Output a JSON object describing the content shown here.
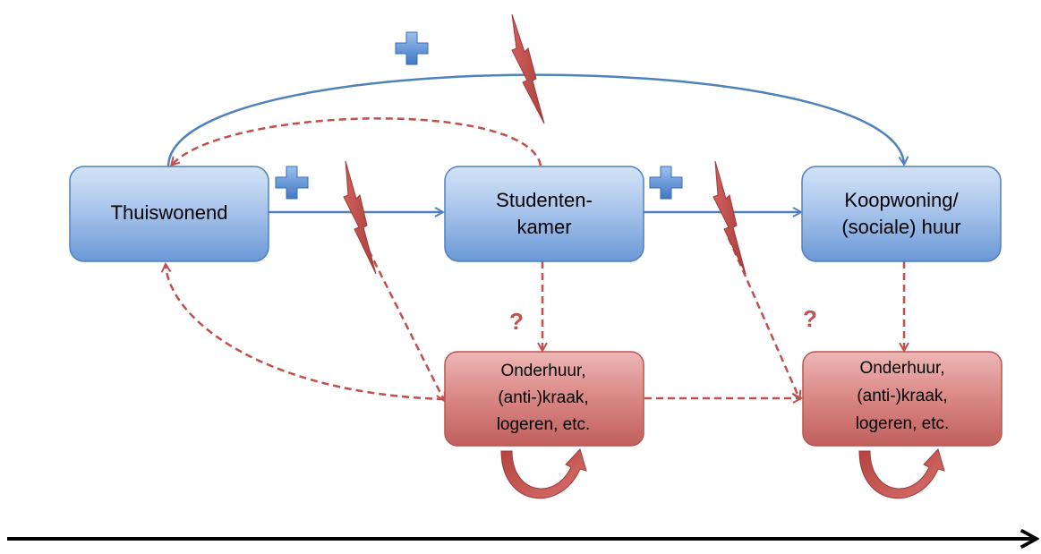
{
  "nodes": {
    "thuiswonend": {
      "lines": [
        "Thuiswonend"
      ]
    },
    "studentenkamer": {
      "lines": [
        "Studenten-",
        "kamer"
      ]
    },
    "koopwoning": {
      "lines": [
        "Koopwoning/",
        "(sociale) huur"
      ]
    },
    "onderhuur_1": {
      "lines": [
        "Onderhuur,",
        "(anti-)kraak,",
        "logeren, etc."
      ]
    },
    "onderhuur_2": {
      "lines": [
        "Onderhuur,",
        "(anti-)kraak,",
        "logeren, etc."
      ]
    }
  },
  "question_marks": {
    "q1": "?",
    "q2": "?"
  },
  "colors": {
    "blue_box_top": "#c6d9f1",
    "blue_box_bottom": "#6d9bd7",
    "blue_border": "#4f81bd",
    "blue_arrow": "#4f81bd",
    "red_box_top": "#e6a8a8",
    "red_box_bottom": "#c0504d",
    "red_border": "#b85450",
    "red_dashed": "#c0504d",
    "lightning": "#c0504d",
    "plus": "#5b8fd0",
    "question": "#c0504d",
    "timeline": "#000000"
  },
  "icons": [
    "plus-icon",
    "lightning-icon",
    "loop-arrow-icon"
  ]
}
